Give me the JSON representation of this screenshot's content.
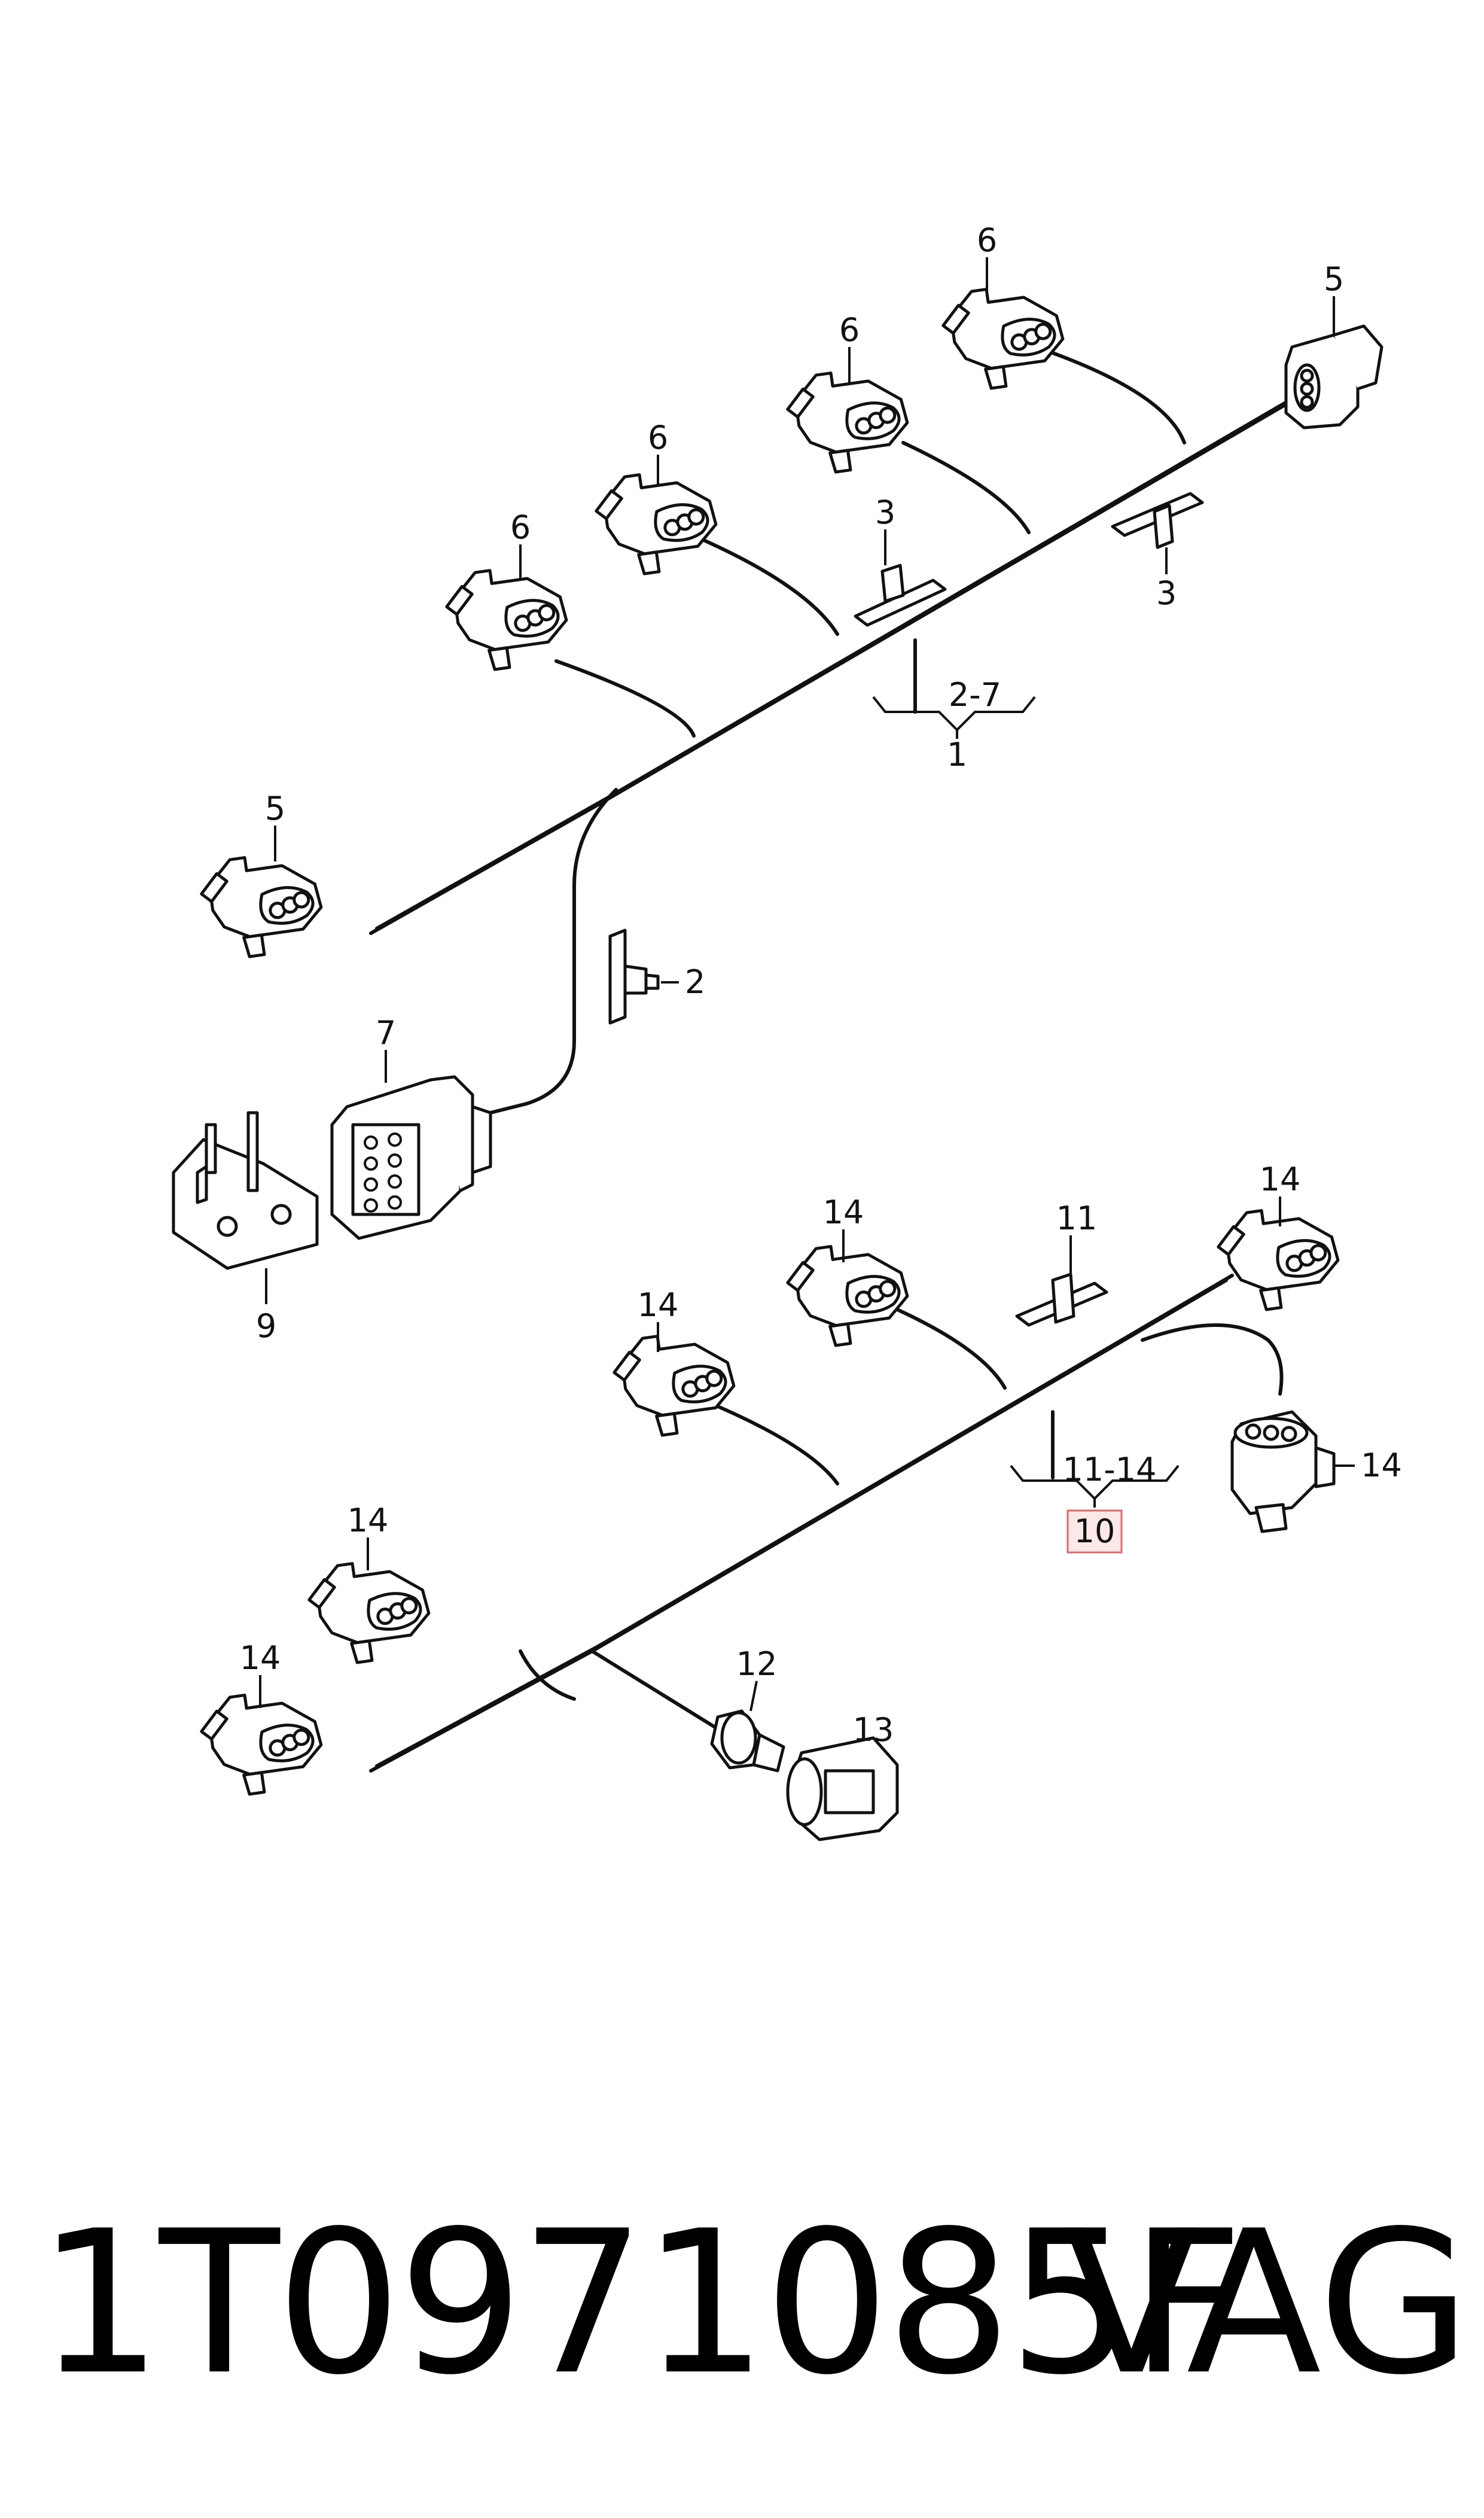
{
  "callouts": {
    "c1": "1",
    "c2": "2",
    "c2_7": "2-7",
    "c3": "3",
    "c5": "5",
    "c6": "6",
    "c7": "7",
    "c9": "9",
    "c10": "10",
    "c11": "11",
    "c11_14": "11-14",
    "c12": "12",
    "c13": "13",
    "c14": "14"
  },
  "footer": {
    "part_number": "1T0971085F",
    "brand": "VAG"
  },
  "colors": {
    "highlight_fill": "#fde8e8",
    "highlight_stroke": "#e06666"
  }
}
